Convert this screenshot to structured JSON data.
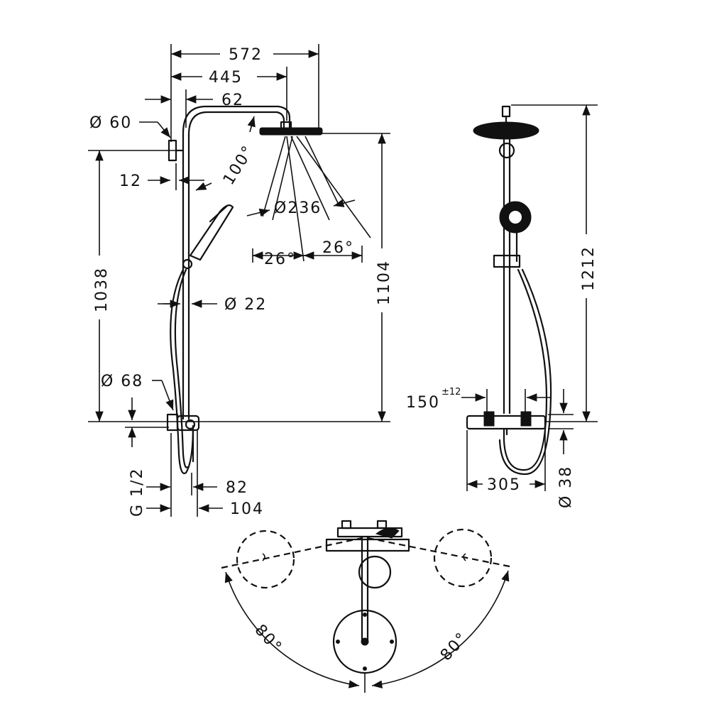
{
  "dimensions": {
    "width_572": "572",
    "width_445": "445",
    "offset_62": "62",
    "diameter_60": "Ø 60",
    "angle_100": "100°",
    "head_236": "Ø236",
    "gap_12": "12",
    "angle_26_left": "26°",
    "angle_26_right": "26°",
    "height_1038": "1038",
    "height_1104": "1104",
    "diameter_22": "Ø 22",
    "diameter_68": "Ø 68",
    "thread_g": "G 1/2",
    "depth_82": "82",
    "depth_104": "104",
    "height_1212": "1212",
    "spacing_150": "150",
    "spacing_150_tol": "±12",
    "width_305": "305",
    "diameter_38": "Ø 38",
    "swivel_left": "80°",
    "swivel_right": "80°"
  }
}
